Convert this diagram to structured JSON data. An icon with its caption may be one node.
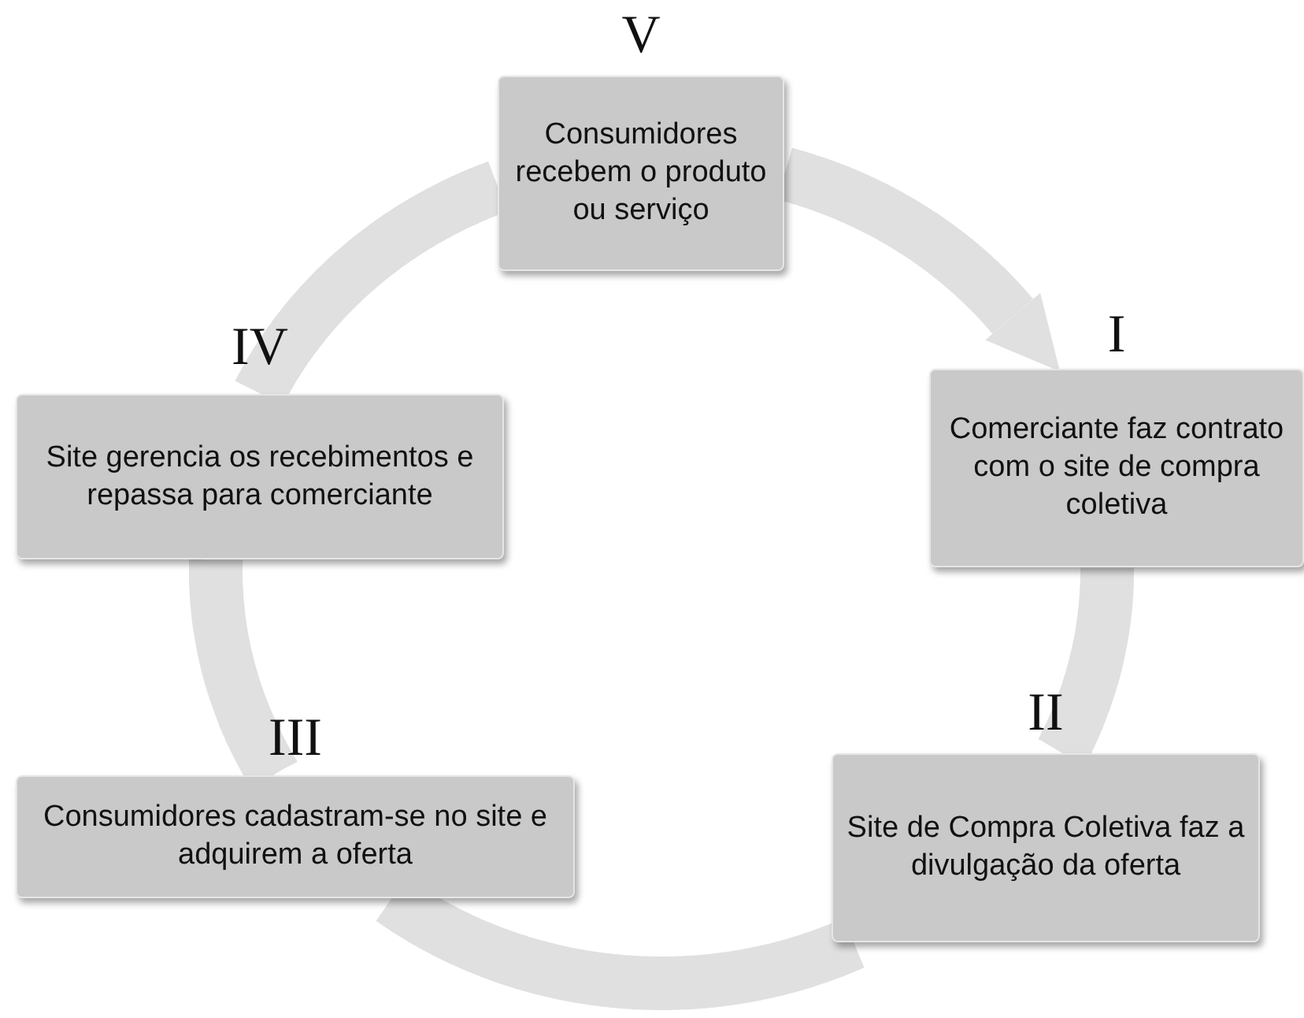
{
  "diagram": {
    "nodes": [
      {
        "text": [
          "V",
          "Consumidores recebem o produto ou serviço"
        ]
      },
      {
        "text": [
          "I",
          "Comerciante faz contrato com o site de compra coletiva"
        ]
      },
      {
        "text": [
          "II",
          "Site de Compra Coletiva faz a divulgação da oferta"
        ]
      },
      {
        "text": [
          "III",
          "Consumidores cadastram-se no site e adquirem a oferta"
        ]
      },
      {
        "text": [
          "IV",
          "Site gerencia os recebimentos e repassa para comerciante"
        ]
      }
    ],
    "edges": [
      {
        "from": 0,
        "to": 1,
        "arrow": "to"
      },
      {
        "from": 1,
        "to": 2,
        "arrow": "none"
      },
      {
        "from": 2,
        "to": 3,
        "arrow": "none"
      },
      {
        "from": 3,
        "to": 4,
        "arrow": "none"
      },
      {
        "from": 4,
        "to": 0,
        "arrow": "none"
      }
    ]
  }
}
